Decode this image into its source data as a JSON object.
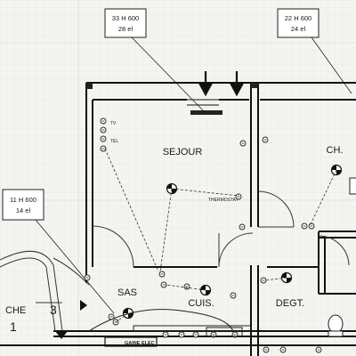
{
  "rooms": {
    "sejour": "SEJOUR",
    "chambre": "CH.",
    "sas": "SAS",
    "cuisine": "CUIS.",
    "degagement": "DEGT.",
    "left_partial": "CHE"
  },
  "callouts": {
    "top_center": {
      "line1": "33 H 600",
      "line2": "28 el"
    },
    "top_right": {
      "line1": "22 H 600",
      "line2": "24 el"
    },
    "left": {
      "line1": "11 H 600",
      "line2": "14 el"
    }
  },
  "labels": {
    "tv": "TV",
    "tel": "TEL",
    "thermostat": "THERMOSTAT",
    "gaine": "GAINE ELEC",
    "num_1": "1",
    "num_3": "3"
  },
  "icons": [
    "arrow-down-icon",
    "ceiling-light-icon",
    "outlet-icon",
    "play-arrow-icon",
    "triangle-marker-icon"
  ]
}
